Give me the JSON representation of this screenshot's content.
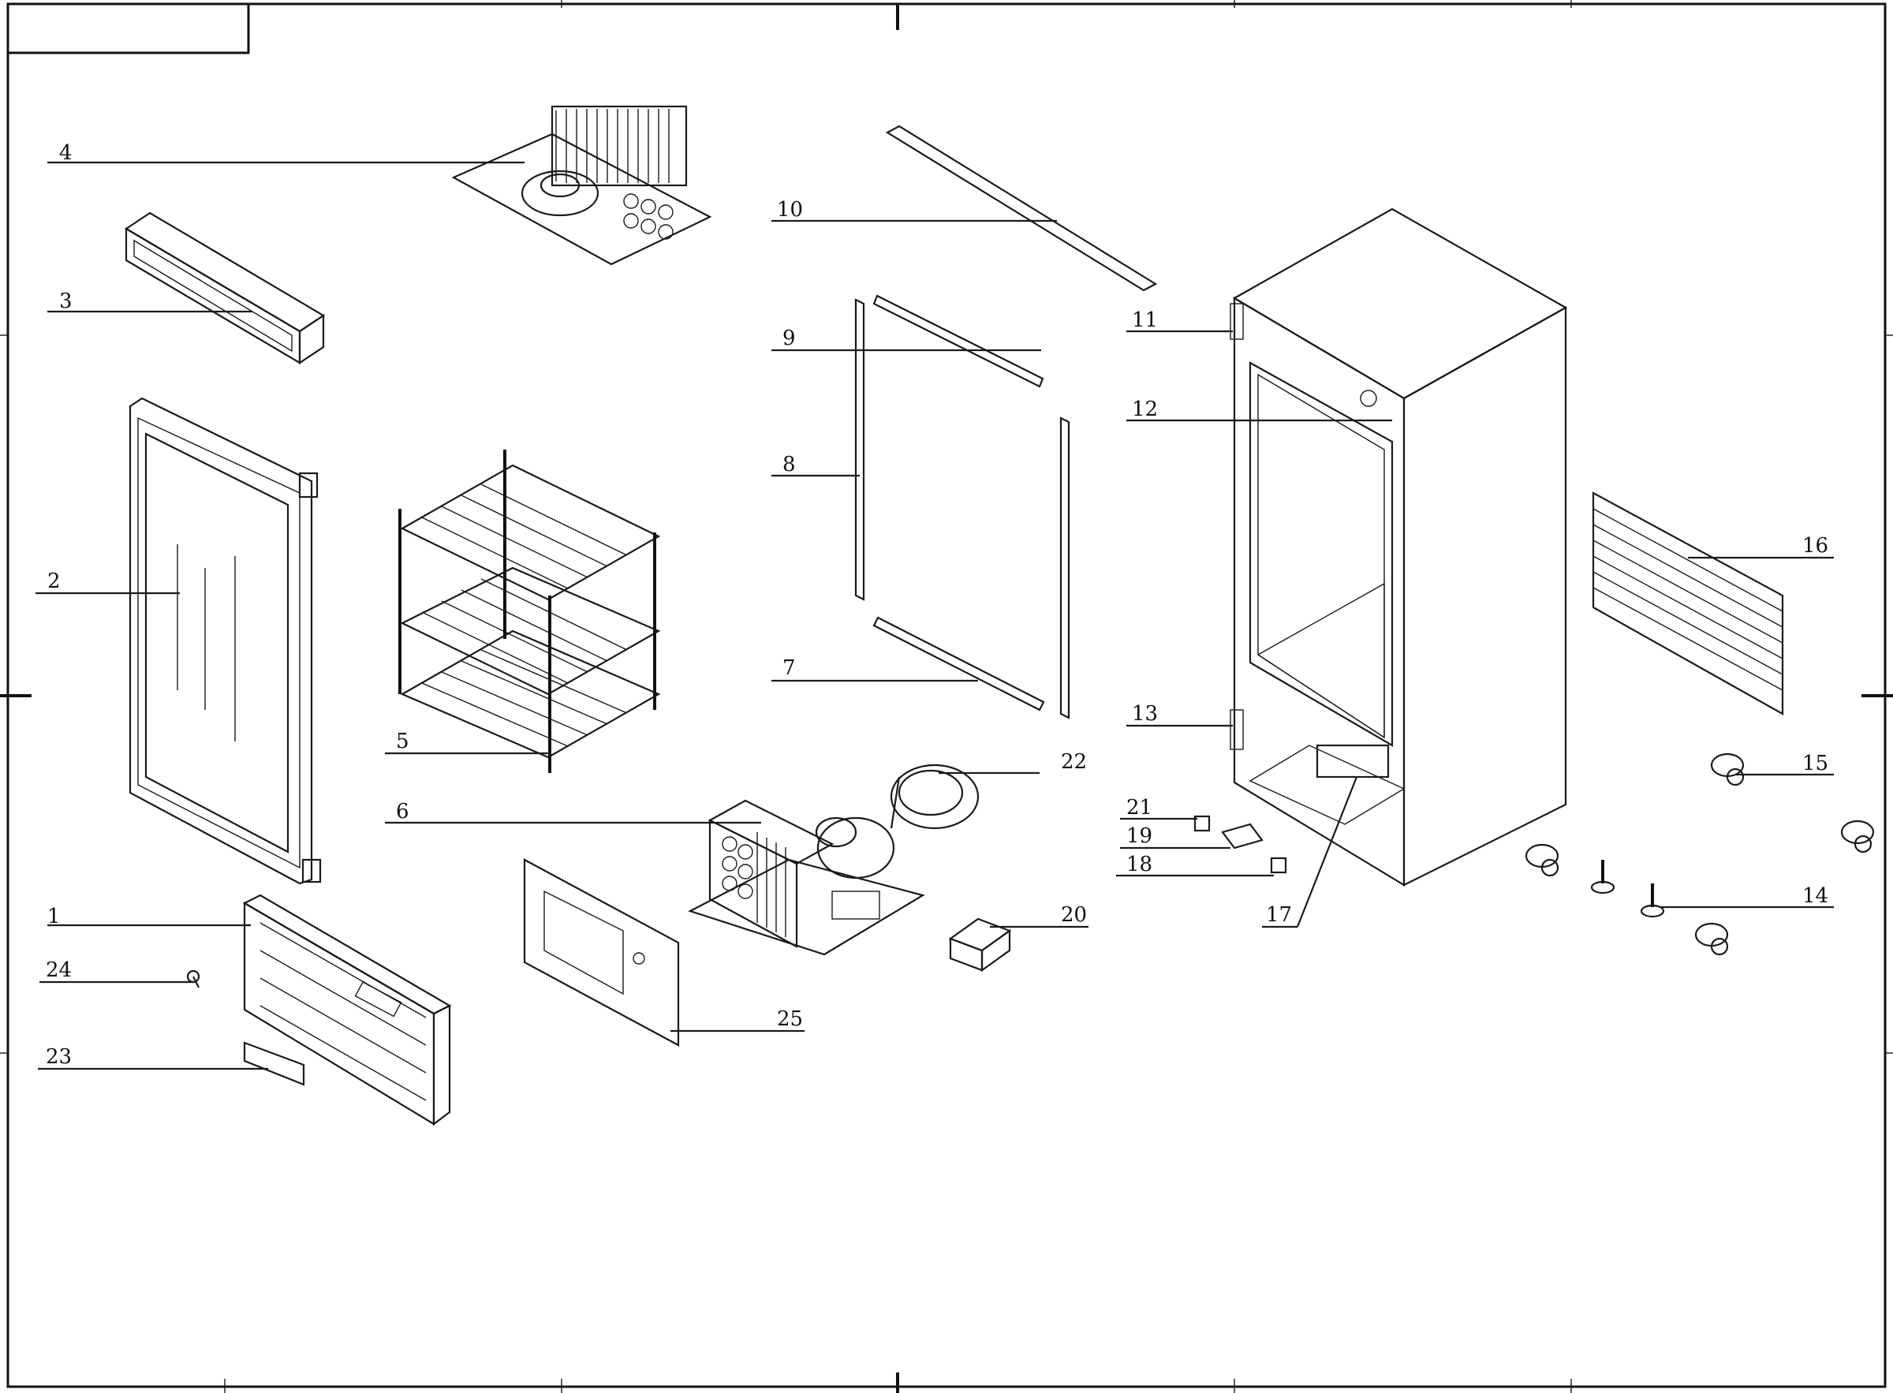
{
  "drawing": {
    "title_block_text": "",
    "callouts": [
      {
        "id": "callout-1",
        "text": "1"
      },
      {
        "id": "callout-2",
        "text": "2"
      },
      {
        "id": "callout-3",
        "text": "3"
      },
      {
        "id": "callout-4",
        "text": "4"
      },
      {
        "id": "callout-5",
        "text": "5"
      },
      {
        "id": "callout-6",
        "text": "6"
      },
      {
        "id": "callout-7",
        "text": "7"
      },
      {
        "id": "callout-8",
        "text": "8"
      },
      {
        "id": "callout-9",
        "text": "9"
      },
      {
        "id": "callout-10",
        "text": "10"
      },
      {
        "id": "callout-11",
        "text": "11"
      },
      {
        "id": "callout-12",
        "text": "12"
      },
      {
        "id": "callout-13",
        "text": "13"
      },
      {
        "id": "callout-14",
        "text": "14"
      },
      {
        "id": "callout-15",
        "text": "15"
      },
      {
        "id": "callout-16",
        "text": "16"
      },
      {
        "id": "callout-17",
        "text": "17"
      },
      {
        "id": "callout-18",
        "text": "18"
      },
      {
        "id": "callout-19",
        "text": "19"
      },
      {
        "id": "callout-20",
        "text": "20"
      },
      {
        "id": "callout-21",
        "text": "21"
      },
      {
        "id": "callout-22",
        "text": "22"
      },
      {
        "id": "callout-23",
        "text": "23"
      },
      {
        "id": "callout-24",
        "text": "24"
      },
      {
        "id": "callout-25",
        "text": "25"
      }
    ]
  }
}
